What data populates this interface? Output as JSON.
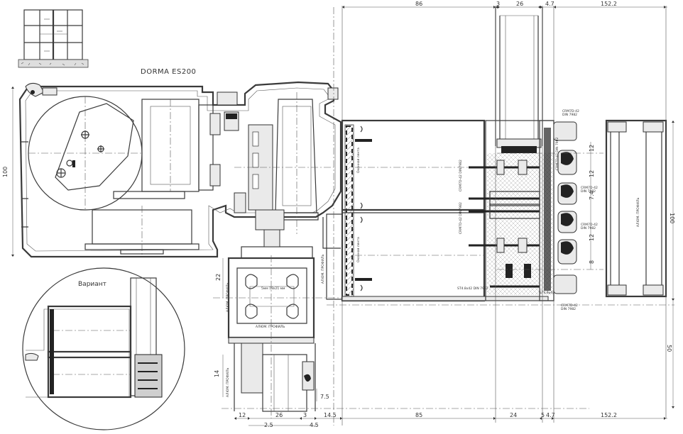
{
  "title": "DORMA ES200",
  "variant_label": "Вариант",
  "dimensions": {
    "top": [
      "86",
      "3",
      "26",
      "4.7",
      "152.2"
    ],
    "bottom": [
      "12",
      "26",
      "3",
      "14.5",
      "85",
      "24",
      "5",
      "4.7",
      "152.2"
    ],
    "bottom_sub": [
      "2.5",
      "4.5"
    ],
    "left_height": "100",
    "right_height": "100",
    "right_lower": "50",
    "profile_side": "22",
    "profile_side_lower": "14",
    "small_gap": "7.5",
    "bolt_spacing": [
      "12",
      "12",
      "7.4",
      "12",
      "8"
    ]
  },
  "micro_labels": {
    "screw_a": "CRM7D-42 DIN 7982",
    "screw_b": "ST4.8x42 DIN 7982",
    "profile_a": "АЛЮМ. ПРОФИЛЬ",
    "profile_b": "АЛЮМ. ПРОФИЛЬ"
  },
  "colors": {
    "line": "#3a3a3a",
    "fill": "#eaeaea",
    "background": "#ffffff"
  }
}
